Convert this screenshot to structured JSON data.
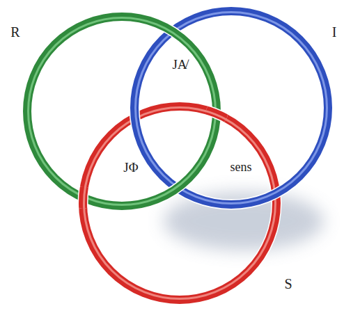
{
  "diagram": {
    "labels": [
      "R",
      "I",
      "JA̸",
      "JΦ",
      "sens",
      "S"
    ]
  }
}
